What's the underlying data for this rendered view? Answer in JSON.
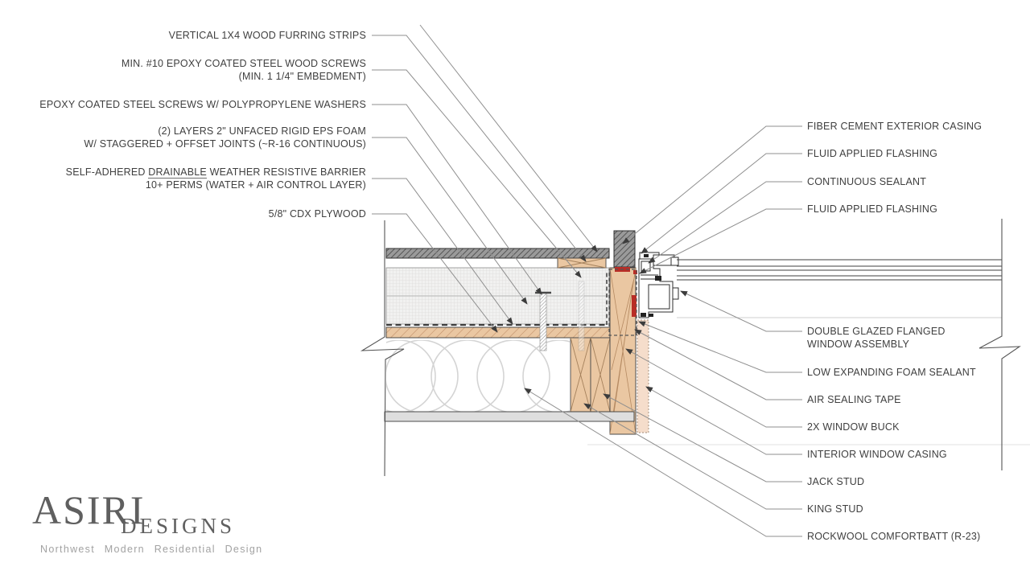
{
  "callouts_left": [
    {
      "line1": "VERTICAL 1X4 WOOD FURRING STRIPS"
    },
    {
      "line1": "MIN. #10 EPOXY COATED STEEL WOOD SCREWS",
      "line2": "(MIN. 1 1/4\" EMBEDMENT)"
    },
    {
      "line1": "EPOXY COATED STEEL SCREWS W/ POLYPROPYLENE WASHERS"
    },
    {
      "line1": "(2) LAYERS 2\" UNFACED RIGID EPS FOAM",
      "line2": "W/ STAGGERED + OFFSET JOINTS (~R-16 CONTINUOUS)"
    },
    {
      "part1": "SELF-ADHERED ",
      "part2_underlined": "DRAINABLE",
      "part3": " WEATHER RESISTIVE BARRIER",
      "line2": "10+ PERMS (WATER + AIR CONTROL LAYER)"
    },
    {
      "line1": "5/8\" CDX PLYWOOD"
    }
  ],
  "callouts_right": [
    {
      "line1": "FIBER CEMENT EXTERIOR CASING"
    },
    {
      "line1": "FLUID APPLIED FLASHING"
    },
    {
      "line1": "CONTINUOUS SEALANT"
    },
    {
      "line1": "FLUID APPLIED FLASHING"
    },
    {
      "line1": "DOUBLE GLAZED FLANGED",
      "line2": "WINDOW ASSEMBLY"
    },
    {
      "line1": "LOW EXPANDING FOAM SEALANT"
    },
    {
      "line1": "AIR SEALING TAPE"
    },
    {
      "line1": "2X WINDOW BUCK"
    },
    {
      "line1": "INTERIOR WINDOW CASING"
    },
    {
      "line1": "JACK STUD"
    },
    {
      "line1": "KING STUD"
    },
    {
      "line1": "ROCKWOOL COMFORTBATT (R-23)"
    }
  ],
  "logo": {
    "name_primary": "ASIRI",
    "name_secondary": "DESIGNS",
    "tagline": "Northwest Modern Residential Design"
  },
  "colors": {
    "wood_fill": "#eac7a2",
    "wood_hatch": "#c1906a",
    "dark_hatch_fill": "#9a9a9a",
    "foam_fill": "#f1f1f0",
    "foam_grid": "#dddcda",
    "gypsum": "#dedede",
    "interior_casing": "#f5ddcb",
    "sealant_red": "#b92d26",
    "leader_gray": "#8f8f8f",
    "text_gray": "#3f3f3f",
    "logo_gray": "#5f5f5f",
    "tagline_gray": "#a2a2a2"
  }
}
